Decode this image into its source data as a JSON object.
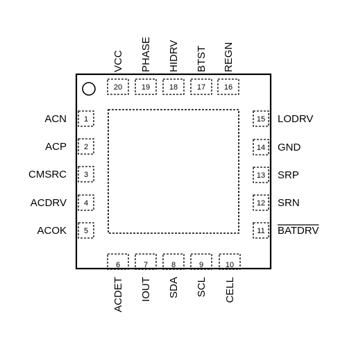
{
  "package": {
    "pins_left": [
      {
        "number": "1",
        "name": "ACN",
        "overbar": false
      },
      {
        "number": "2",
        "name": "ACP",
        "overbar": false
      },
      {
        "number": "3",
        "name": "CMSRC",
        "overbar": false
      },
      {
        "number": "4",
        "name": "ACDRV",
        "overbar": false
      },
      {
        "number": "5",
        "name": "ACOK",
        "overbar": false
      }
    ],
    "pins_bottom": [
      {
        "number": "6",
        "name": "ACDET",
        "overbar": false
      },
      {
        "number": "7",
        "name": "IOUT",
        "overbar": false
      },
      {
        "number": "8",
        "name": "SDA",
        "overbar": false
      },
      {
        "number": "9",
        "name": "SCL",
        "overbar": false
      },
      {
        "number": "10",
        "name": "CELL",
        "overbar": false
      }
    ],
    "pins_right": [
      {
        "number": "11",
        "name": "BATDRV",
        "overbar": true
      },
      {
        "number": "12",
        "name": "SRN",
        "overbar": false
      },
      {
        "number": "13",
        "name": "SRP",
        "overbar": false
      },
      {
        "number": "14",
        "name": "GND",
        "overbar": false
      },
      {
        "number": "15",
        "name": "LODRV",
        "overbar": false
      }
    ],
    "pins_top": [
      {
        "number": "16",
        "name": "REGN",
        "overbar": false
      },
      {
        "number": "17",
        "name": "BTST",
        "overbar": false
      },
      {
        "number": "18",
        "name": "HIDRV",
        "overbar": false
      },
      {
        "number": "19",
        "name": "PHASE",
        "overbar": false
      },
      {
        "number": "20",
        "name": "VCC",
        "overbar": false
      }
    ]
  }
}
